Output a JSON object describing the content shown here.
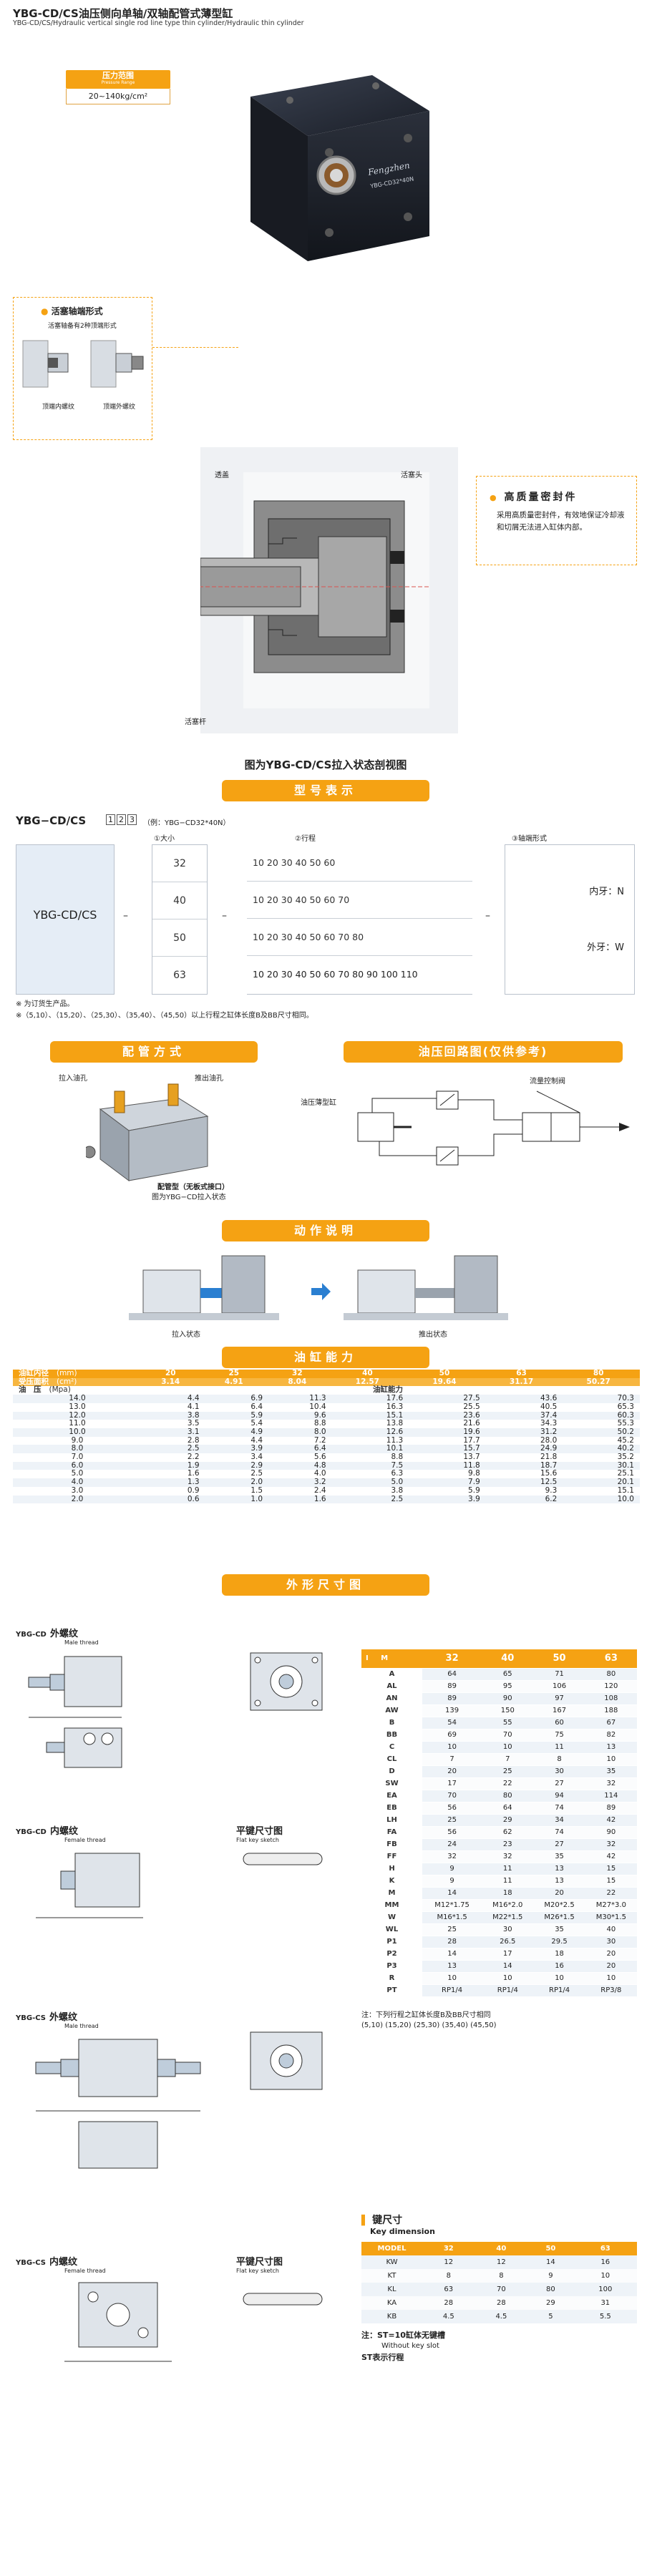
{
  "header": {
    "title": "YBG-CD/CS油压侧向单轴/双轴配管式薄型缸",
    "subtitle": "YBG-CD/CS/Hydraulic vertical single rod line type thin cylinder/Hydraulic thin cylinder",
    "pressure_label": "压力范围",
    "pressure_label_en": "Pressure Range",
    "pressure_value": "20~140kg/cm²",
    "product_brand": "Fengzhen",
    "product_model": "YBG-CD32*40N"
  },
  "piston_rod": {
    "title": "活塞轴端形式",
    "desc": "活塞轴备有2种顶端形式",
    "opt1": "顶端内螺纹",
    "opt2": "顶端外螺纹"
  },
  "section_view": {
    "label_cover": "透盖",
    "label_head": "活塞头",
    "label_rod": "活塞杆",
    "caption": "图为YBG-CD/CS拉入状态剖视图"
  },
  "seal": {
    "title": "高质量密封件",
    "desc": "采用高质量密封件，有效地保证冷却液和切屑无法进入缸体内部。"
  },
  "model_section": {
    "title": "型号表示",
    "prefix": "YBG−CD/CS",
    "example": "（例：YBG−CD32*40N）",
    "col1": "①大小",
    "col2": "②行程",
    "col3": "③轴端形式",
    "model_name": "YBG-CD/CS",
    "sizes": [
      "32",
      "40",
      "50",
      "63"
    ],
    "strokes": [
      "10 20 30 40 50 60",
      "10 20 30 40 50 60 70",
      "10 20 30 40 50 60 70 80",
      "10 20 30 40 50 60 70 80 90 100 110"
    ],
    "end_n": "内牙：N",
    "end_w": "外牙：W",
    "dash": "–",
    "note1": "※ 为订货生产品。",
    "note2": "※（5,10）、（15,20）、（25,30）、（35,40）、（45,50）以上行程之缸体长度B及BB尺寸相同。"
  },
  "piping": {
    "title": "配管方式",
    "in_port": "拉入油孔",
    "out_port": "推出油孔",
    "caption1": "配管型（无板式接口）",
    "caption2": "图为YBG−CD拉入状态"
  },
  "circuit": {
    "title": "油压回路图(仅供参考)",
    "label_cyl": "油压薄型缸",
    "label_valve": "流量控制阀"
  },
  "action": {
    "title": "动作说明",
    "pull": "拉入状态",
    "push": "推出状态"
  },
  "capability": {
    "title": "油缸能力",
    "row1_label": "油缸内径",
    "row1_unit": "(mm)",
    "row2_label": "受压面积",
    "row2_unit": "(cm²)",
    "row3_label": "油　压",
    "row3_unit": "(Mpa)",
    "force_label": "油缸能力",
    "bores": [
      "20",
      "25",
      "32",
      "40",
      "50",
      "63",
      "80"
    ],
    "areas": [
      "3.14",
      "4.91",
      "8.04",
      "12.57",
      "19.64",
      "31.17",
      "50.27"
    ],
    "rows": [
      {
        "p": "14.0",
        "v": [
          "4.4",
          "6.9",
          "11.3",
          "17.6",
          "27.5",
          "43.6",
          "70.3"
        ]
      },
      {
        "p": "13.0",
        "v": [
          "4.1",
          "6.4",
          "10.4",
          "16.3",
          "25.5",
          "40.5",
          "65.3"
        ]
      },
      {
        "p": "12.0",
        "v": [
          "3.8",
          "5.9",
          "9.6",
          "15.1",
          "23.6",
          "37.4",
          "60.3"
        ]
      },
      {
        "p": "11.0",
        "v": [
          "3.5",
          "5.4",
          "8.8",
          "13.8",
          "21.6",
          "34.3",
          "55.3"
        ]
      },
      {
        "p": "10.0",
        "v": [
          "3.1",
          "4.9",
          "8.0",
          "12.6",
          "19.6",
          "31.2",
          "50.2"
        ]
      },
      {
        "p": "9.0",
        "v": [
          "2.8",
          "4.4",
          "7.2",
          "11.3",
          "17.7",
          "28.0",
          "45.2"
        ]
      },
      {
        "p": "8.0",
        "v": [
          "2.5",
          "3.9",
          "6.4",
          "10.1",
          "15.7",
          "24.9",
          "40.2"
        ]
      },
      {
        "p": "7.0",
        "v": [
          "2.2",
          "3.4",
          "5.6",
          "8.8",
          "13.7",
          "21.8",
          "35.2"
        ]
      },
      {
        "p": "6.0",
        "v": [
          "1.9",
          "2.9",
          "4.8",
          "7.5",
          "11.8",
          "18.7",
          "30.1"
        ]
      },
      {
        "p": "5.0",
        "v": [
          "1.6",
          "2.5",
          "4.0",
          "6.3",
          "9.8",
          "15.6",
          "25.1"
        ]
      },
      {
        "p": "4.0",
        "v": [
          "1.3",
          "2.0",
          "3.2",
          "5.0",
          "7.9",
          "12.5",
          "20.1"
        ]
      },
      {
        "p": "3.0",
        "v": [
          "0.9",
          "1.5",
          "2.4",
          "3.8",
          "5.9",
          "9.3",
          "15.1"
        ]
      },
      {
        "p": "2.0",
        "v": [
          "0.6",
          "1.0",
          "1.6",
          "2.5",
          "3.9",
          "6.2",
          "10.0"
        ]
      }
    ]
  },
  "dimensions": {
    "title": "外形尺寸图",
    "cd_male": "YBG-CD",
    "cd_male_cn": "外螺纹",
    "cd_male_en": "Male thread",
    "cd_female": "YBG-CD",
    "cd_female_cn": "内螺纹",
    "cd_female_en": "Female thread",
    "cs_male": "YBG-CS",
    "cs_male_cn": "外螺纹",
    "cs_male_en": "Male thread",
    "cs_female": "YBG-CS",
    "cs_female_cn": "内螺纹",
    "cs_female_en": "Female thread",
    "key_sketch_cn": "平键尺寸图",
    "key_sketch_en": "Flat key sketch",
    "corner_i": "I",
    "corner_m": "M",
    "sizes": [
      "32",
      "40",
      "50",
      "63"
    ],
    "rows": [
      {
        "k": "A",
        "v": [
          "64",
          "65",
          "71",
          "80"
        ]
      },
      {
        "k": "AL",
        "v": [
          "89",
          "95",
          "106",
          "120"
        ]
      },
      {
        "k": "AN",
        "v": [
          "89",
          "90",
          "97",
          "108"
        ]
      },
      {
        "k": "AW",
        "v": [
          "139",
          "150",
          "167",
          "188"
        ]
      },
      {
        "k": "B",
        "v": [
          "54",
          "55",
          "60",
          "67"
        ]
      },
      {
        "k": "BB",
        "v": [
          "69",
          "70",
          "75",
          "82"
        ]
      },
      {
        "k": "C",
        "v": [
          "10",
          "10",
          "11",
          "13"
        ]
      },
      {
        "k": "CL",
        "v": [
          "7",
          "7",
          "8",
          "10"
        ]
      },
      {
        "k": "D",
        "v": [
          "20",
          "25",
          "30",
          "35"
        ]
      },
      {
        "k": "SW",
        "v": [
          "17",
          "22",
          "27",
          "32"
        ]
      },
      {
        "k": "EA",
        "v": [
          "70",
          "80",
          "94",
          "114"
        ]
      },
      {
        "k": "EB",
        "v": [
          "56",
          "64",
          "74",
          "89"
        ]
      },
      {
        "k": "LH",
        "v": [
          "25",
          "29",
          "34",
          "42"
        ]
      },
      {
        "k": "FA",
        "v": [
          "56",
          "62",
          "74",
          "90"
        ]
      },
      {
        "k": "FB",
        "v": [
          "24",
          "23",
          "27",
          "32"
        ]
      },
      {
        "k": "FF",
        "v": [
          "32",
          "32",
          "35",
          "42"
        ]
      },
      {
        "k": "H",
        "v": [
          "9",
          "11",
          "13",
          "15"
        ]
      },
      {
        "k": "K",
        "v": [
          "9",
          "11",
          "13",
          "15"
        ]
      },
      {
        "k": "M",
        "v": [
          "14",
          "18",
          "20",
          "22"
        ]
      },
      {
        "k": "MM",
        "v": [
          "M12*1.75",
          "M16*2.0",
          "M20*2.5",
          "M27*3.0"
        ]
      },
      {
        "k": "W",
        "v": [
          "M16*1.5",
          "M22*1.5",
          "M26*1.5",
          "M30*1.5"
        ]
      },
      {
        "k": "WL",
        "v": [
          "25",
          "30",
          "35",
          "40"
        ]
      },
      {
        "k": "P1",
        "v": [
          "28",
          "26.5",
          "29.5",
          "30"
        ]
      },
      {
        "k": "P2",
        "v": [
          "14",
          "17",
          "18",
          "20"
        ]
      },
      {
        "k": "P3",
        "v": [
          "13",
          "14",
          "16",
          "20"
        ]
      },
      {
        "k": "R",
        "v": [
          "10",
          "10",
          "10",
          "10"
        ]
      },
      {
        "k": "PT",
        "v": [
          "RP1/4",
          "RP1/4",
          "RP1/4",
          "RP3/8"
        ]
      }
    ],
    "note1": "注：下列行程之缸体长度B及BB尺寸相同",
    "note2": "(5,10) (15,20) (25,30) (35,40) (45,50)"
  },
  "key_dim": {
    "title": "键尺寸",
    "title_en": "Key dimension",
    "header": "MODEL",
    "sizes": [
      "32",
      "40",
      "50",
      "63"
    ],
    "rows": [
      {
        "k": "KW",
        "v": [
          "12",
          "12",
          "14",
          "16"
        ]
      },
      {
        "k": "KT",
        "v": [
          "8",
          "8",
          "9",
          "10"
        ]
      },
      {
        "k": "KL",
        "v": [
          "63",
          "70",
          "80",
          "100"
        ]
      },
      {
        "k": "KA",
        "v": [
          "28",
          "28",
          "29",
          "31"
        ]
      },
      {
        "k": "KB",
        "v": [
          "4.5",
          "4.5",
          "5",
          "5.5"
        ]
      }
    ],
    "note1": "注：ST=10缸体无键槽",
    "note2": "Without key slot",
    "note3": "ST表示行程"
  },
  "colors": {
    "accent": "#f5a213",
    "table_band": "#eef3f8"
  }
}
